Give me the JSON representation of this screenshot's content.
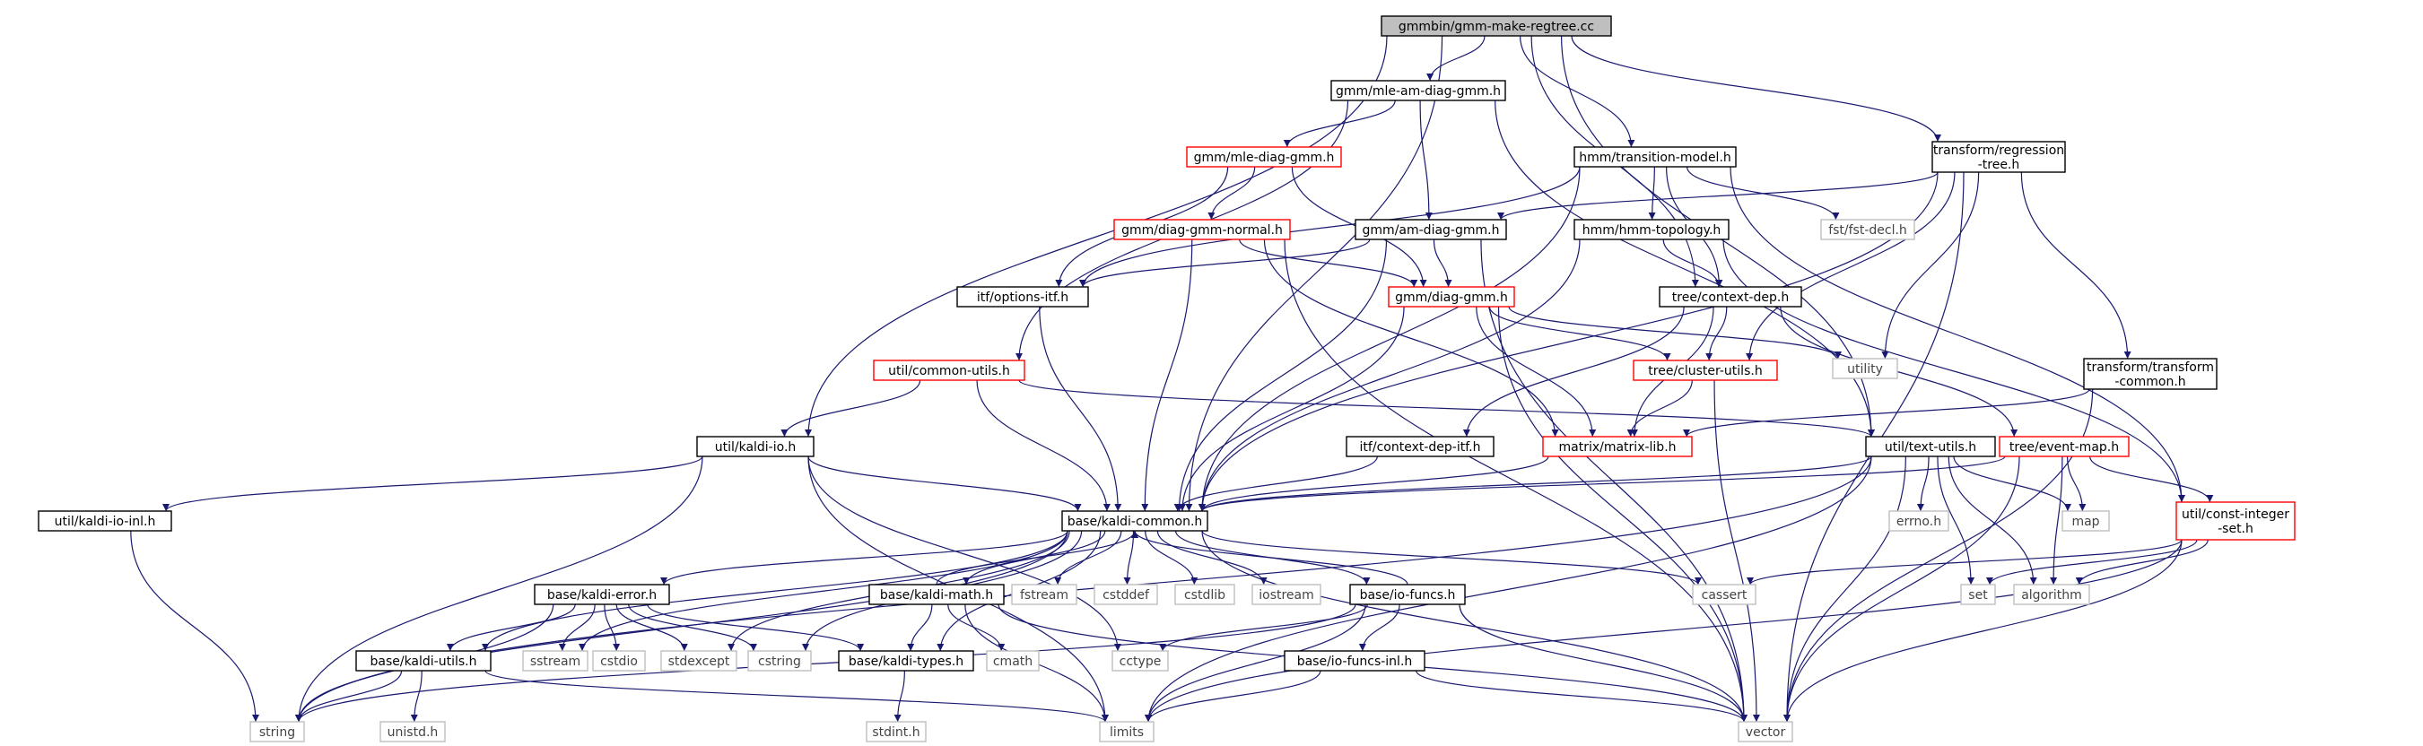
{
  "graph": {
    "colors": {
      "edge": "#191970",
      "border_documented": "#000000",
      "border_incomplete": "#ff0000",
      "border_system": "#bfbfbf",
      "root_fill": "#bfbfbf",
      "text": "#000000",
      "text_system": "#444444"
    },
    "nodes": [
      {
        "id": "root",
        "label": "gmmbin/gmm-make-regtree.cc",
        "kind": "root"
      },
      {
        "id": "mle_am",
        "label": "gmm/mle-am-diag-gmm.h",
        "kind": "doc"
      },
      {
        "id": "mle_diag",
        "label": "gmm/mle-diag-gmm.h",
        "kind": "incomplete"
      },
      {
        "id": "trans",
        "label": "hmm/transition-model.h",
        "kind": "doc"
      },
      {
        "id": "regtree",
        "label": [
          "transform/regression",
          "-tree.h"
        ],
        "kind": "doc"
      },
      {
        "id": "diag_normal",
        "label": "gmm/diag-gmm-normal.h",
        "kind": "incomplete"
      },
      {
        "id": "am_diag",
        "label": "gmm/am-diag-gmm.h",
        "kind": "doc"
      },
      {
        "id": "hmm_topo",
        "label": "hmm/hmm-topology.h",
        "kind": "doc"
      },
      {
        "id": "fst",
        "label": "fst/fst-decl.h",
        "kind": "sys"
      },
      {
        "id": "options",
        "label": "itf/options-itf.h",
        "kind": "doc"
      },
      {
        "id": "diag_gmm",
        "label": "gmm/diag-gmm.h",
        "kind": "incomplete"
      },
      {
        "id": "ctx_dep",
        "label": "tree/context-dep.h",
        "kind": "doc"
      },
      {
        "id": "utility",
        "label": "utility",
        "kind": "sys"
      },
      {
        "id": "common_utils",
        "label": "util/common-utils.h",
        "kind": "incomplete"
      },
      {
        "id": "cluster",
        "label": "tree/cluster-utils.h",
        "kind": "incomplete"
      },
      {
        "id": "tt_common",
        "label": [
          "transform/transform",
          "-common.h"
        ],
        "kind": "doc"
      },
      {
        "id": "kaldi_io",
        "label": "util/kaldi-io.h",
        "kind": "doc"
      },
      {
        "id": "ctx_dep_itf",
        "label": "itf/context-dep-itf.h",
        "kind": "doc"
      },
      {
        "id": "matrix",
        "label": "matrix/matrix-lib.h",
        "kind": "incomplete"
      },
      {
        "id": "text_utils",
        "label": "util/text-utils.h",
        "kind": "doc"
      },
      {
        "id": "event_map",
        "label": "tree/event-map.h",
        "kind": "incomplete"
      },
      {
        "id": "kaldi_io_inl",
        "label": "util/kaldi-io-inl.h",
        "kind": "doc"
      },
      {
        "id": "kaldi_common",
        "label": "base/kaldi-common.h",
        "kind": "doc"
      },
      {
        "id": "errno",
        "label": "errno.h",
        "kind": "sys"
      },
      {
        "id": "map",
        "label": "map",
        "kind": "sys"
      },
      {
        "id": "const_int",
        "label": [
          "util/const-integer",
          "-set.h"
        ],
        "kind": "incomplete"
      },
      {
        "id": "kaldi_error",
        "label": "base/kaldi-error.h",
        "kind": "doc"
      },
      {
        "id": "fstream",
        "label": "fstream",
        "kind": "sys"
      },
      {
        "id": "cstddef",
        "label": "cstddef",
        "kind": "sys"
      },
      {
        "id": "cstdlib",
        "label": "cstdlib",
        "kind": "sys"
      },
      {
        "id": "iostream",
        "label": "iostream",
        "kind": "sys"
      },
      {
        "id": "kaldi_math",
        "label": "base/kaldi-math.h",
        "kind": "doc"
      },
      {
        "id": "io_funcs",
        "label": "base/io-funcs.h",
        "kind": "doc"
      },
      {
        "id": "cassert",
        "label": "cassert",
        "kind": "sys"
      },
      {
        "id": "set",
        "label": "set",
        "kind": "sys"
      },
      {
        "id": "algorithm",
        "label": "algorithm",
        "kind": "sys"
      },
      {
        "id": "kaldi_utils",
        "label": "base/kaldi-utils.h",
        "kind": "doc"
      },
      {
        "id": "sstream",
        "label": "sstream",
        "kind": "sys"
      },
      {
        "id": "cstdio",
        "label": "cstdio",
        "kind": "sys"
      },
      {
        "id": "stdexcept",
        "label": "stdexcept",
        "kind": "sys"
      },
      {
        "id": "cstring",
        "label": "cstring",
        "kind": "sys"
      },
      {
        "id": "kaldi_types",
        "label": "base/kaldi-types.h",
        "kind": "doc"
      },
      {
        "id": "cmath",
        "label": "cmath",
        "kind": "sys"
      },
      {
        "id": "cctype",
        "label": "cctype",
        "kind": "sys"
      },
      {
        "id": "io_funcs_inl",
        "label": "base/io-funcs-inl.h",
        "kind": "doc"
      },
      {
        "id": "string",
        "label": "string",
        "kind": "sys"
      },
      {
        "id": "unistd",
        "label": "unistd.h",
        "kind": "sys"
      },
      {
        "id": "limits",
        "label": "limits",
        "kind": "sys"
      },
      {
        "id": "stdint",
        "label": "stdint.h",
        "kind": "sys"
      },
      {
        "id": "vector",
        "label": "vector",
        "kind": "sys"
      }
    ],
    "edges": [
      [
        "root",
        "mle_am"
      ],
      [
        "root",
        "trans"
      ],
      [
        "root",
        "regtree"
      ],
      [
        "root",
        "kaldi_io"
      ],
      [
        "root",
        "kaldi_common"
      ],
      [
        "root",
        "ctx_dep"
      ],
      [
        "root",
        "text_utils"
      ],
      [
        "mle_am",
        "mle_diag"
      ],
      [
        "mle_am",
        "am_diag"
      ],
      [
        "mle_am",
        "common_utils"
      ],
      [
        "mle_am",
        "text_utils"
      ],
      [
        "mle_diag",
        "diag_normal"
      ],
      [
        "mle_diag",
        "diag_gmm"
      ],
      [
        "mle_diag",
        "options"
      ],
      [
        "diag_normal",
        "diag_gmm"
      ],
      [
        "diag_normal",
        "kaldi_common"
      ],
      [
        "diag_normal",
        "matrix"
      ],
      [
        "diag_normal",
        "vector"
      ],
      [
        "trans",
        "hmm_topo"
      ],
      [
        "trans",
        "fst"
      ],
      [
        "trans",
        "ctx_dep"
      ],
      [
        "trans",
        "options"
      ],
      [
        "trans",
        "kaldi_common"
      ],
      [
        "trans",
        "const_int"
      ],
      [
        "regtree",
        "am_diag"
      ],
      [
        "regtree",
        "cluster"
      ],
      [
        "regtree",
        "tt_common"
      ],
      [
        "regtree",
        "utility"
      ],
      [
        "regtree",
        "kaldi_common"
      ],
      [
        "regtree",
        "vector"
      ],
      [
        "am_diag",
        "diag_gmm"
      ],
      [
        "am_diag",
        "options"
      ],
      [
        "am_diag",
        "kaldi_common"
      ],
      [
        "am_diag",
        "vector"
      ],
      [
        "hmm_topo",
        "ctx_dep"
      ],
      [
        "hmm_topo",
        "kaldi_common"
      ],
      [
        "hmm_topo",
        "const_int"
      ],
      [
        "diag_gmm",
        "cluster"
      ],
      [
        "diag_gmm",
        "matrix"
      ],
      [
        "diag_gmm",
        "utility"
      ],
      [
        "diag_gmm",
        "kaldi_common"
      ],
      [
        "diag_gmm",
        "vector"
      ],
      [
        "ctx_dep",
        "cluster"
      ],
      [
        "ctx_dep",
        "event_map"
      ],
      [
        "ctx_dep",
        "ctx_dep_itf"
      ],
      [
        "ctx_dep",
        "matrix"
      ],
      [
        "cluster",
        "matrix"
      ],
      [
        "cluster",
        "vector"
      ],
      [
        "options",
        "kaldi_common"
      ],
      [
        "common_utils",
        "kaldi_io"
      ],
      [
        "common_utils",
        "kaldi_common"
      ],
      [
        "common_utils",
        "text_utils"
      ],
      [
        "tt_common",
        "matrix"
      ],
      [
        "tt_common",
        "vector"
      ],
      [
        "kaldi_io",
        "kaldi_io_inl"
      ],
      [
        "kaldi_io",
        "kaldi_common"
      ],
      [
        "kaldi_io",
        "string"
      ],
      [
        "kaldi_io",
        "cctype"
      ],
      [
        "kaldi_io",
        "limits"
      ],
      [
        "kaldi_io_inl",
        "string"
      ],
      [
        "ctx_dep_itf",
        "kaldi_common"
      ],
      [
        "matrix",
        "kaldi_common"
      ],
      [
        "text_utils",
        "kaldi_common"
      ],
      [
        "text_utils",
        "errno"
      ],
      [
        "text_utils",
        "map"
      ],
      [
        "text_utils",
        "set"
      ],
      [
        "text_utils",
        "algorithm"
      ],
      [
        "text_utils",
        "string"
      ],
      [
        "text_utils",
        "limits"
      ],
      [
        "text_utils",
        "vector"
      ],
      [
        "event_map",
        "kaldi_common"
      ],
      [
        "event_map",
        "const_int"
      ],
      [
        "event_map",
        "map"
      ],
      [
        "event_map",
        "algorithm"
      ],
      [
        "event_map",
        "vector"
      ],
      [
        "const_int",
        "cassert"
      ],
      [
        "const_int",
        "set"
      ],
      [
        "const_int",
        "algorithm"
      ],
      [
        "const_int",
        "limits"
      ],
      [
        "const_int",
        "vector"
      ],
      [
        "kaldi_common",
        "kaldi_error"
      ],
      [
        "kaldi_common",
        "fstream"
      ],
      [
        "kaldi_common",
        "cstddef"
      ],
      [
        "kaldi_common",
        "cstdlib"
      ],
      [
        "kaldi_common",
        "iostream"
      ],
      [
        "kaldi_common",
        "kaldi_math"
      ],
      [
        "kaldi_common",
        "io_funcs"
      ],
      [
        "kaldi_common",
        "cassert"
      ],
      [
        "kaldi_common",
        "kaldi_utils"
      ],
      [
        "kaldi_common",
        "sstream"
      ],
      [
        "kaldi_common",
        "stdexcept"
      ],
      [
        "kaldi_common",
        "cstring"
      ],
      [
        "kaldi_common",
        "kaldi_types"
      ],
      [
        "kaldi_common",
        "string"
      ],
      [
        "kaldi_common",
        "vector"
      ],
      [
        "kaldi_error",
        "kaldi_utils"
      ],
      [
        "kaldi_error",
        "sstream"
      ],
      [
        "kaldi_error",
        "cstdio"
      ],
      [
        "kaldi_error",
        "stdexcept"
      ],
      [
        "kaldi_error",
        "cstring"
      ],
      [
        "kaldi_error",
        "kaldi_types"
      ],
      [
        "kaldi_error",
        "string"
      ],
      [
        "kaldi_math",
        "kaldi_types"
      ],
      [
        "kaldi_math",
        "cmath"
      ],
      [
        "kaldi_math",
        "limits"
      ],
      [
        "kaldi_math",
        "vector"
      ],
      [
        "kaldi_math",
        "kaldi_common"
      ],
      [
        "io_funcs",
        "kaldi_common"
      ],
      [
        "io_funcs",
        "cctype"
      ],
      [
        "io_funcs",
        "io_funcs_inl"
      ],
      [
        "io_funcs",
        "string"
      ],
      [
        "io_funcs",
        "limits"
      ],
      [
        "io_funcs",
        "vector"
      ],
      [
        "kaldi_utils",
        "string"
      ],
      [
        "kaldi_utils",
        "unistd"
      ],
      [
        "kaldi_utils",
        "limits"
      ],
      [
        "kaldi_types",
        "stdint"
      ],
      [
        "io_funcs_inl",
        "limits"
      ],
      [
        "io_funcs_inl",
        "vector"
      ]
    ]
  }
}
